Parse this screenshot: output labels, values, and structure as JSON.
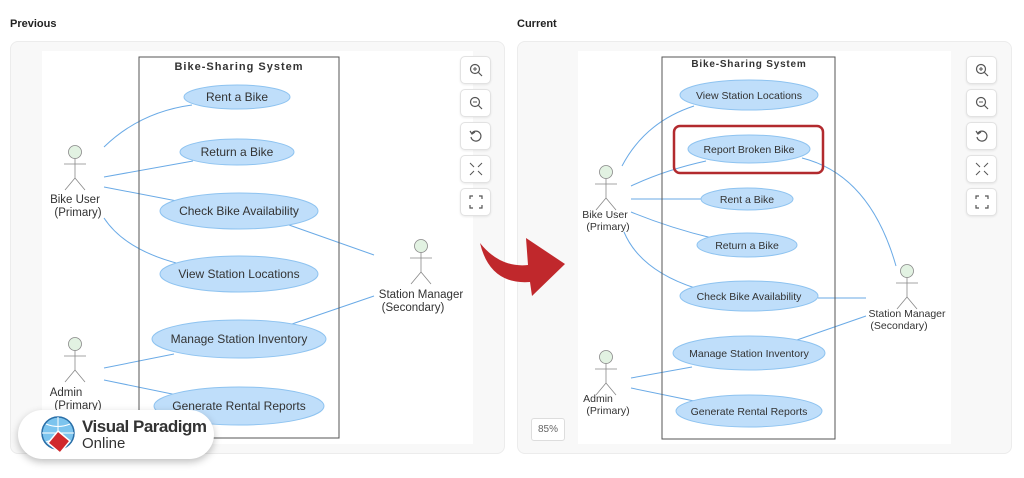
{
  "previous": {
    "heading": "Previous",
    "system_title": "Bike-Sharing System",
    "use_cases": [
      "Rent a Bike",
      "Return a Bike",
      "Check Bike Availability",
      "View Station Locations",
      "Manage Station Inventory",
      "Generate Rental Reports"
    ],
    "actors": {
      "bike_user": [
        "Bike User",
        "(Primary)"
      ],
      "admin": [
        "Admin",
        "(Primary)"
      ],
      "station_manager": [
        "Station Manager",
        "(Secondary)"
      ]
    }
  },
  "current": {
    "heading": "Current",
    "system_title": "Bike-Sharing System",
    "use_cases": [
      "View Station Locations",
      "Report Broken Bike",
      "Rent a Bike",
      "Return a Bike",
      "Check Bike Availability",
      "Manage Station Inventory",
      "Generate Rental Reports"
    ],
    "highlighted_use_case": "Report Broken Bike",
    "actors": {
      "bike_user": [
        "Bike User",
        "(Primary)"
      ],
      "admin": [
        "Admin",
        "(Primary)"
      ],
      "station_manager": [
        "Station Manager",
        "(Secondary)"
      ]
    },
    "zoom_level": "85%"
  },
  "controls": [
    "zoom-in-icon",
    "zoom-out-icon",
    "reset-icon",
    "fit-icon",
    "fullscreen-icon"
  ],
  "logo": {
    "line1": "Visual Paradigm",
    "line2": "Online"
  },
  "colors": {
    "use_case_fill": "#bfdefa",
    "use_case_stroke": "#8ec3f0",
    "line": "#6aaae6",
    "highlight": "#b22a2e",
    "arrow": "#c0282c",
    "actor_head": "#e2f2e2"
  }
}
